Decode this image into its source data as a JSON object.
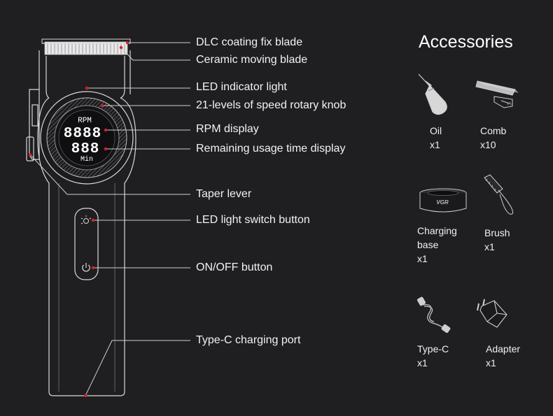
{
  "colors": {
    "background": "#1f1f21",
    "accent_dot": "#d81f2a",
    "lcd_segments": "#ffffff"
  },
  "callouts": [
    {
      "label": "DLC coating fix blade"
    },
    {
      "label": "Ceramic moving blade"
    },
    {
      "label": "LED indicator light"
    },
    {
      "label": "21-levels of speed rotary knob"
    },
    {
      "label": "RPM display"
    },
    {
      "label": "Remaining usage time display"
    },
    {
      "label": "Taper lever"
    },
    {
      "label": "LED light switch button"
    },
    {
      "label": "ON/OFF button"
    },
    {
      "label": "Type-C charging port"
    }
  ],
  "display": {
    "top_label": "RPM",
    "rpm_digits": "8888",
    "time_digits": "888",
    "bottom_label": "Min"
  },
  "accessories": {
    "title": "Accessories",
    "items": [
      {
        "name": "Oil",
        "qty": "x1",
        "icon": "oil-bottle-icon"
      },
      {
        "name": "Comb",
        "qty": "x10",
        "icon": "guard-comb-icon"
      },
      {
        "name": "Charging base",
        "name_line1": "Charging",
        "name_line2": "base",
        "qty": "x1",
        "icon": "charging-base-icon",
        "logo_text": "VGR"
      },
      {
        "name": "Brush",
        "qty": "x1",
        "icon": "cleaning-brush-icon"
      },
      {
        "name": "Type-C",
        "qty": "x1",
        "icon": "usb-cable-icon"
      },
      {
        "name": "Adapter",
        "qty": "x1",
        "icon": "power-adapter-icon"
      }
    ]
  }
}
